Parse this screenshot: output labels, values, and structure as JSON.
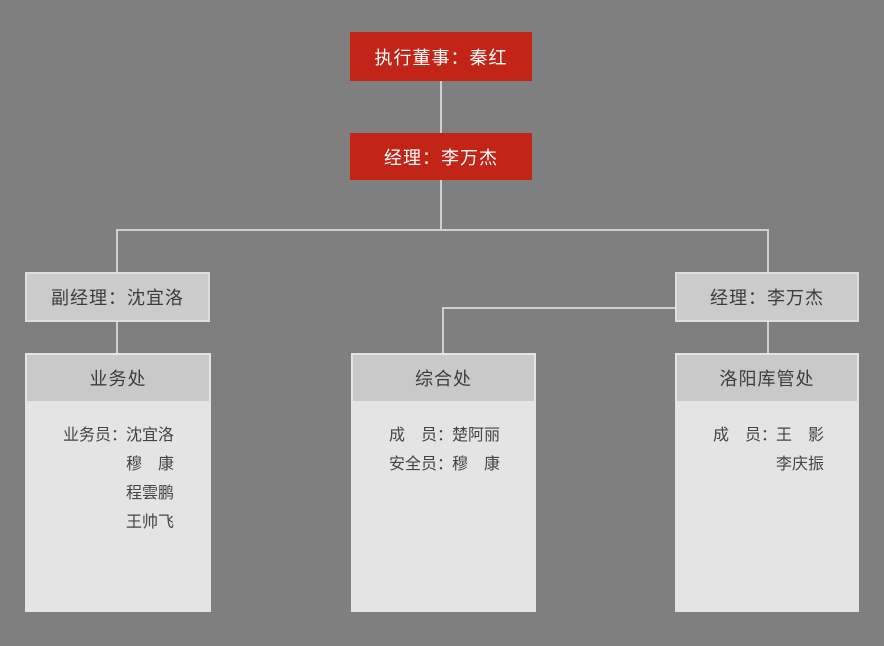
{
  "colors": {
    "background": "#7f7f7f",
    "node_red": "#c32418",
    "node_gray": "#cbcbcb",
    "dept_header_gray": "#c9c9c9",
    "dept_body_gray": "#e4e4e4",
    "connector_line": "#cfcfcf",
    "text_white": "#ffffff",
    "text_dark": "#3d3d3d"
  },
  "top_nodes": {
    "executive_director": {
      "label": "执行董事：秦红"
    },
    "manager": {
      "label": "经理：李万杰"
    }
  },
  "branch_nodes": {
    "deputy_manager": {
      "label": "副经理：沈宜洛"
    },
    "manager_right": {
      "label": "经理：李万杰"
    }
  },
  "departments": [
    {
      "title": "业务处",
      "members": [
        {
          "role": "业务员：",
          "name": "沈宜洛"
        },
        {
          "role": "",
          "name": "穆　康"
        },
        {
          "role": "",
          "name": "程雲鹏"
        },
        {
          "role": "",
          "name": "王帅飞"
        }
      ]
    },
    {
      "title": "综合处",
      "members": [
        {
          "role": "成　员：",
          "name": "楚阿丽"
        },
        {
          "role": "安全员：",
          "name": "穆　康"
        }
      ]
    },
    {
      "title": "洛阳库管处",
      "members": [
        {
          "role": "成　员：",
          "name": "王　影"
        },
        {
          "role": "",
          "name": "李庆振"
        }
      ]
    }
  ]
}
